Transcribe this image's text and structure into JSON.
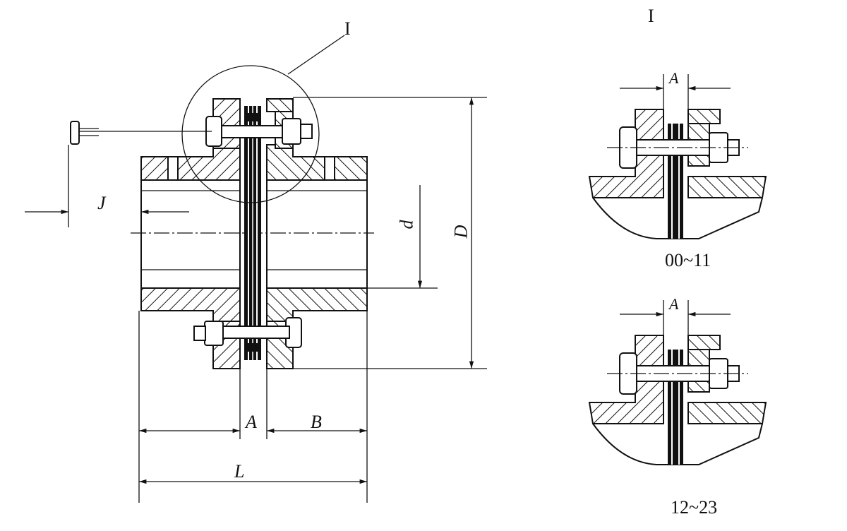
{
  "main_view": {
    "detail_callout": "I",
    "dim_J": "J",
    "dim_d": "d",
    "dim_D": "D",
    "dim_A": "A",
    "dim_B": "B",
    "dim_L": "L"
  },
  "detail": {
    "title": "I",
    "views": [
      {
        "dim_A": "A",
        "caption": "00~11"
      },
      {
        "dim_A": "A",
        "caption": "12~23"
      }
    ]
  }
}
